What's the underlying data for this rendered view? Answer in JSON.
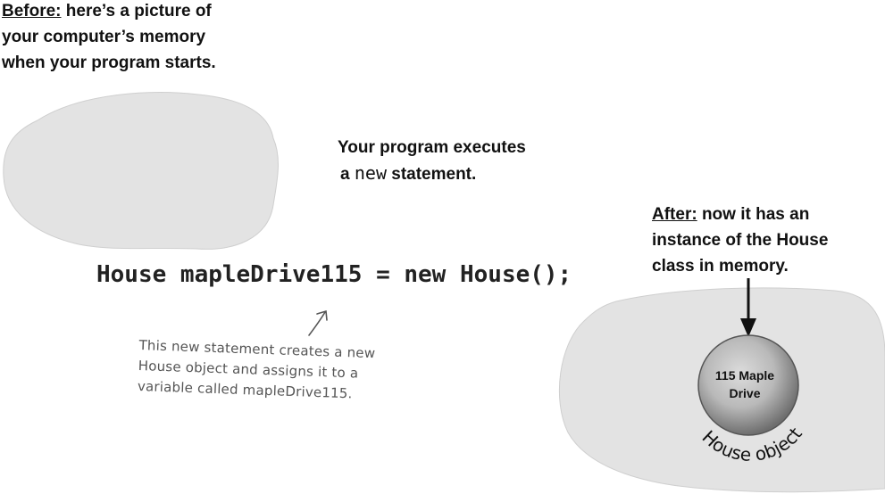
{
  "before": {
    "label": "Before:",
    "line1_rest": " here’s a picture of",
    "line2": "your computer’s memory",
    "line3": "when your program starts."
  },
  "execute": {
    "line1": "Your program executes",
    "line2_a": "a ",
    "line2_keyword": "new",
    "line2_b": " statement."
  },
  "after": {
    "label": "After:",
    "line1_rest": " now it has an",
    "line2": "instance of the House",
    "line3": "class in memory."
  },
  "code": "House mapleDrive115 = new House();",
  "note": {
    "line1": "This new statement creates a new",
    "line2": "House object and assigns it to a",
    "line3": "variable called mapleDrive115."
  },
  "object": {
    "line1": "115 Maple",
    "line2": "Drive",
    "arc_label": "House object"
  },
  "colors": {
    "memory_cloud": "#e3e3e3",
    "object_sphere": "#a8a8a8",
    "text": "#111111",
    "handwriting": "#555555"
  }
}
